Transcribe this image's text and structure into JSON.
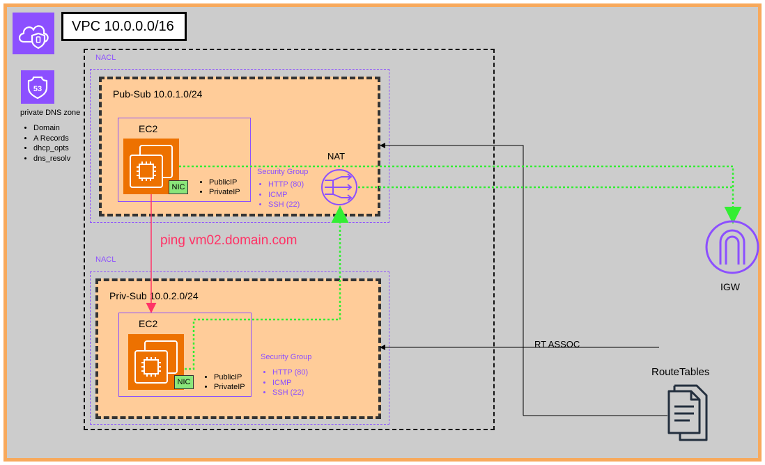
{
  "region": {
    "border_color": "#f7a95c",
    "fill": "#cccccc"
  },
  "vpc": {
    "label": "VPC 10.0.0.0/16"
  },
  "dns": {
    "title": "private DNS zone",
    "items": [
      "Domain",
      "A Records",
      "dhcp_opts",
      "dns_resolv"
    ],
    "icon_label": "53"
  },
  "public_subnet": {
    "nacl": "NACL",
    "label": "Pub-Sub 10.0.1.0/24",
    "ec2": "EC2",
    "nic": "NIC",
    "ips": [
      "PublicIP",
      "PrivateIP"
    ],
    "sg_title": "Security Group",
    "sg_rules": [
      "HTTP (80)",
      "ICMP",
      "SSH (22)"
    ]
  },
  "private_subnet": {
    "nacl": "NACL",
    "label": "Priv-Sub 10.0.2.0/24",
    "ec2": "EC2",
    "nic": "NIC",
    "ips": [
      "PublicIP",
      "PrivateIP"
    ],
    "sg_title": "Security Group",
    "sg_rules": [
      "HTTP (80)",
      "ICMP",
      "SSH (22)"
    ]
  },
  "nat": {
    "label": "NAT"
  },
  "igw": {
    "label": "IGW"
  },
  "ping": {
    "label": "ping vm02.domain.com"
  },
  "route": {
    "assoc_label": "RT ASSOC",
    "tables_label": "RouteTables"
  },
  "colors": {
    "aws_purple": "#8c4fff",
    "ec2_orange": "#ed7100",
    "subnet_fill": "#ffcc99",
    "nic_green": "#8ae67a",
    "traffic_green": "#33ee33",
    "ping_red": "#ff3366"
  }
}
